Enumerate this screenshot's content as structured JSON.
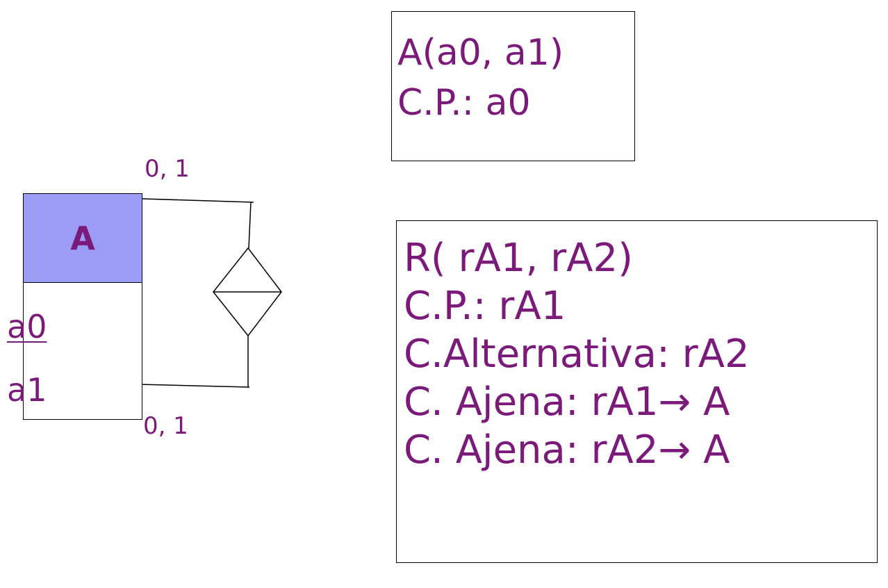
{
  "entity": {
    "name": "A",
    "attributes": [
      "a0",
      "a1"
    ],
    "primary_key": "a0",
    "header_color": "#9a9cf6"
  },
  "relationship": {
    "cardinality_top": "0, 1",
    "cardinality_bottom": "0, 1"
  },
  "table_a": {
    "lines": [
      "A(a0, a1)",
      "C.P.: a0"
    ]
  },
  "table_r": {
    "lines": [
      "R( rA1, rA2)",
      "C.P.: rA1",
      "C.Alternativa: rA2",
      "C. Ajena: rA1→ A",
      "C. Ajena: rA2→ A"
    ]
  },
  "colors": {
    "text": "#7b1a7b",
    "lines": "#000000"
  }
}
